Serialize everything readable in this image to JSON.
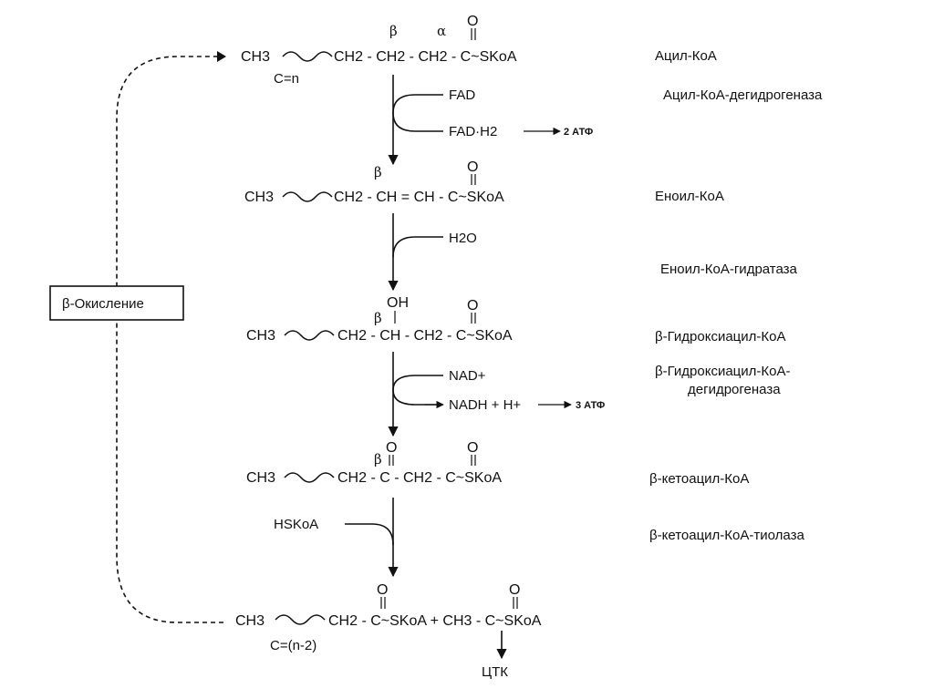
{
  "formulas": {
    "acyl_coa": {
      "ch3": "CH3",
      "c_eq_n": "C=n",
      "beta": "β",
      "alpha": "α",
      "chain": "CH2 - CH2 - CH2 - C~SKoA",
      "o": "O"
    },
    "enoyl_coa": {
      "ch3": "CH3",
      "beta": "β",
      "chain": "CH2 - CH = CH - C~SKoA",
      "o": "O"
    },
    "hydroxyacyl_coa": {
      "ch3": "CH3",
      "oh": "OH",
      "beta": "β",
      "chain": "CH2 - CH - CH2 - C~SKoA",
      "o": "O"
    },
    "ketoacyl_coa": {
      "ch3": "CH3",
      "beta": "β",
      "chain": "CH2 - C  - CH2 - C~SKoA",
      "o1": "O",
      "o2": "O"
    },
    "products": {
      "ch3": "CH3",
      "chain": "CH2 - C~SKoA + CH3 - C~SKoA",
      "c_eq": "C=(n-2)",
      "o1": "O",
      "o2": "O",
      "tca": "ЦТК"
    }
  },
  "cofactors": {
    "fad": "FAD",
    "fadh2": "FAD·H2",
    "atp2": "2 АТФ",
    "h2o": "H2O",
    "nad": "NAD+",
    "nadh": "NADH + H+",
    "atp3": "3 АТФ",
    "hskoa": "HSKoA"
  },
  "labels": {
    "acyl_coa": "Ацил-КоА",
    "acyl_dehydrogenase": "Ацил-КоА-дегидрогеназа",
    "enoyl_coa": "Еноил-КоА",
    "enoyl_hydratase": "Еноил-КоА-гидратаза",
    "hydroxyacyl_coa": "β-Гидроксиацил-КоА",
    "hydroxyacyl_dehydrogenase_1": "β-Гидроксиацил-КоА-",
    "hydroxyacyl_dehydrogenase_2": "дегидрогеназа",
    "ketoacyl_coa": "β-кетоацил-КоА",
    "thiolase": "β-кетоацил-КоА-тиолаза"
  },
  "cycle_label": "β-Окисление"
}
